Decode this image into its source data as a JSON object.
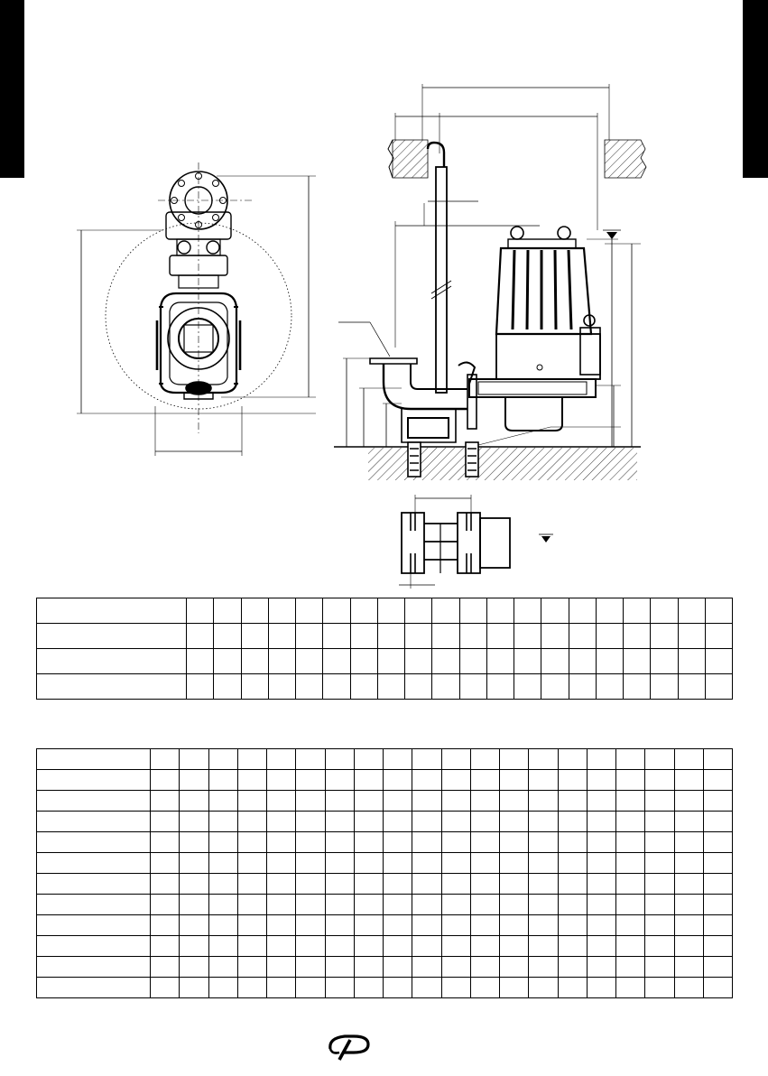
{
  "page": {
    "background": "#ffffff",
    "ink": "#000000",
    "tab_color": "#000000",
    "hatch_icon": "hatch-pattern",
    "water_level_icon": "water-level-triangle-icon",
    "logo_icon": "pedrollo-p-logo"
  },
  "table_dims": {
    "rows": 4,
    "label_columns": 1,
    "value_columns": 20
  },
  "table_data": {
    "rows": 12,
    "label_columns": 1,
    "value_columns": 20
  }
}
